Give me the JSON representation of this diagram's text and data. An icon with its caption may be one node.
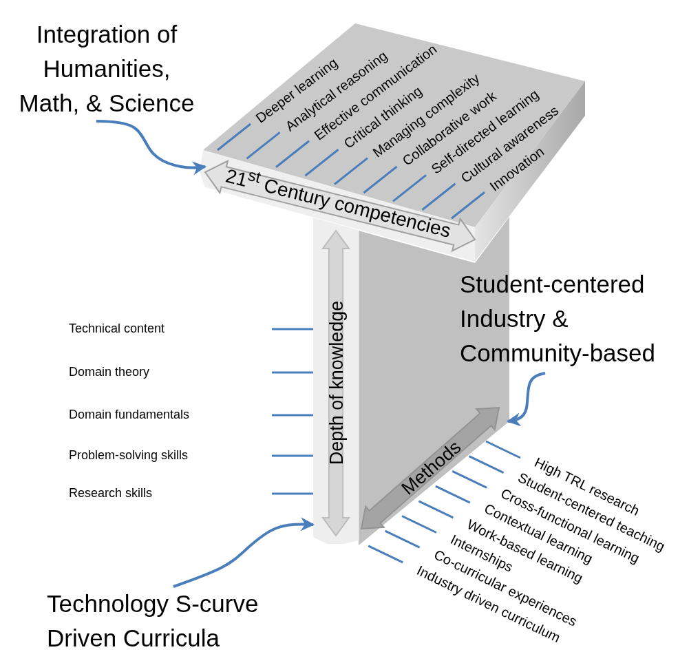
{
  "diagram": {
    "nodes": [
      {
        "text": [
          "Integration of Humanities, Math, & Science"
        ]
      },
      {
        "text": [
          "Technology S-curve Driven Curricula"
        ]
      },
      {
        "text": [
          "Student-centered Industry & Community-based"
        ]
      },
      {
        "text": [],
        "shape": "box"
      },
      {
        "text": [],
        "shape": "box"
      },
      {
        "text": [],
        "shape": "box"
      }
    ],
    "edges": [
      {
        "from": 0,
        "to": 3,
        "arrow": "to"
      },
      {
        "from": 1,
        "to": 4,
        "arrow": "to"
      },
      {
        "from": 2,
        "to": 5,
        "arrow": "to"
      }
    ],
    "labels": [
      "Deeper learning",
      "Analytical reasoning",
      "Effective communication",
      "Critical thinking",
      "Managing complexity",
      "Collaborative work",
      "Self-directed learning",
      "Cultural awareness",
      "Innovation",
      "21$^{st}$ Century competencies",
      "Depth of knowledge",
      "Technical content",
      "Domain theory",
      "Domain fundamentals",
      "Problem-solving skills",
      "Research skills",
      "Methods",
      "High TRL research",
      "Student-centered teaching",
      "Cross-functional learning",
      "Contextual learning",
      "Work-based learning",
      "Internships",
      "Co-curricular experiences",
      "Industry driven curriculum"
    ]
  }
}
